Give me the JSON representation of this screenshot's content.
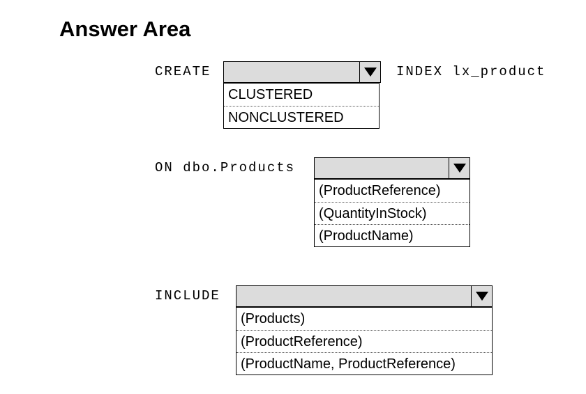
{
  "title": "Answer Area",
  "colors": {
    "dropdown_fill": "#dcdcdc",
    "border": "#000000",
    "background": "#ffffff"
  },
  "rows": [
    {
      "prefix": "CREATE",
      "suffix": "INDEX lx_product",
      "options": [
        "CLUSTERED",
        "NONCLUSTERED"
      ]
    },
    {
      "prefix": "ON dbo.Products",
      "options": [
        "(ProductReference)",
        "(QuantityInStock)",
        "(ProductName)"
      ]
    },
    {
      "prefix": "INCLUDE",
      "options": [
        "(Products)",
        "(ProductReference)",
        "(ProductName, ProductReference)"
      ]
    }
  ]
}
